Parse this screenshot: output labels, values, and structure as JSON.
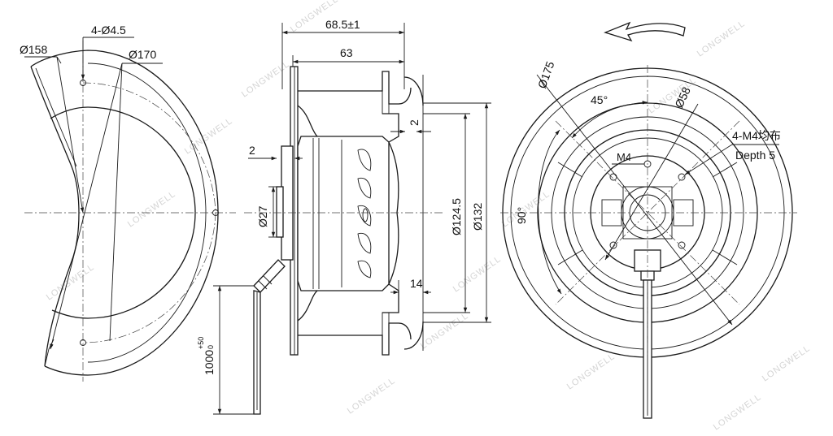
{
  "watermark": "LONGWELL",
  "left_view": {
    "dia_158": "Ø158",
    "holes": "4-Ø4.5",
    "dia_170": "Ø170"
  },
  "side_view": {
    "width_total": "68.5±1",
    "width_63": "63",
    "dim_2_right": "2",
    "dim_2_left": "2",
    "dia_27": "Ø27",
    "dia_124_5": "Ø124.5",
    "dia_132": "Ø132",
    "dim_14": "14",
    "cable_length": "1000",
    "cable_tol_upper": "+50",
    "cable_tol_lower": "0"
  },
  "front_view": {
    "dia_175": "Ø175",
    "angle_45": "45°",
    "dia_58": "Ø58",
    "threads": "4-M4均布",
    "depth": "Depth 5",
    "m4": "M4",
    "angle_90": "90°"
  }
}
